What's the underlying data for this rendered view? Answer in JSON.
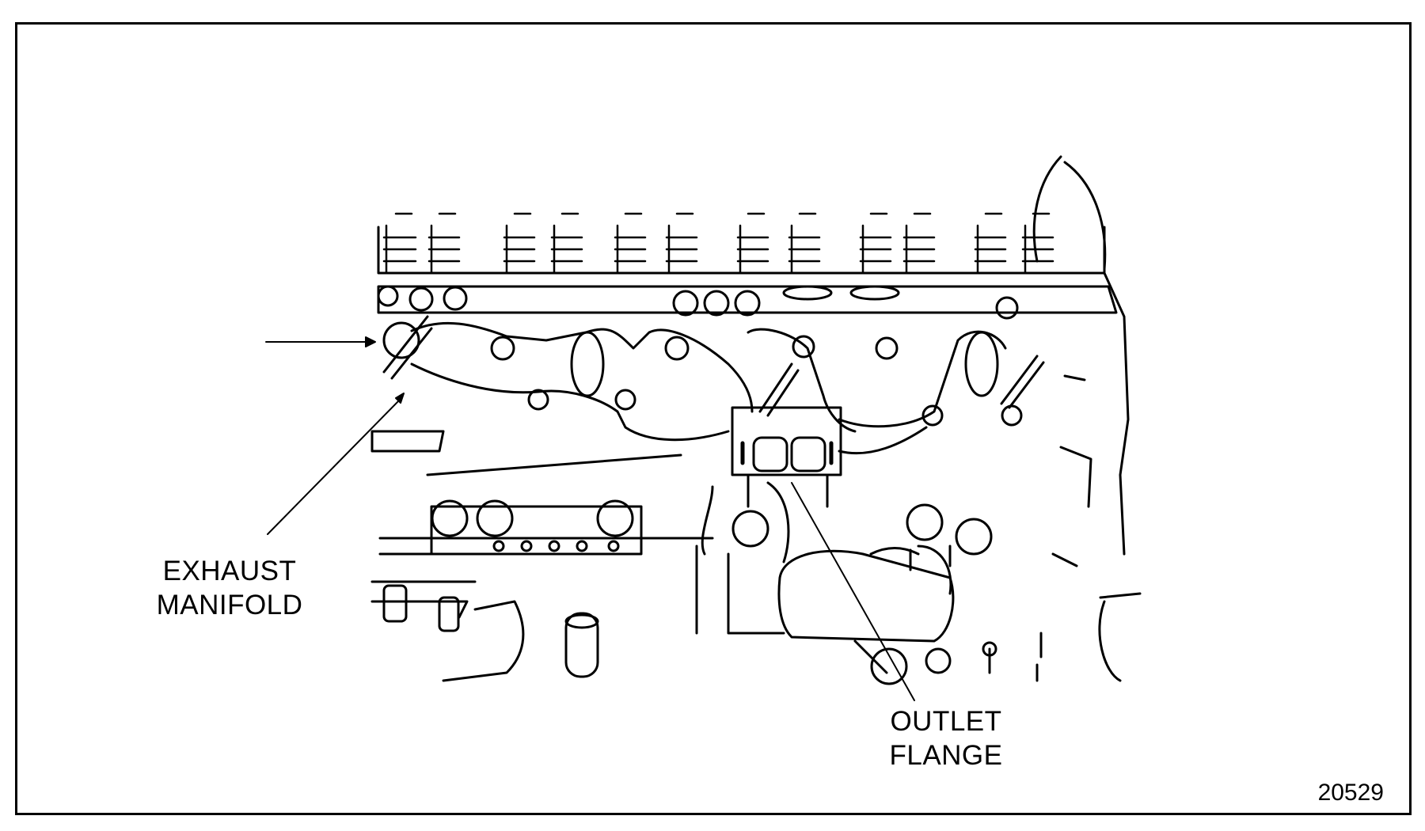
{
  "labels": {
    "exhaust_manifold": {
      "line1": "EXHAUST",
      "line2": "MANIFOLD"
    },
    "outlet_flange": {
      "line1": "OUTLET",
      "line2": "FLANGE"
    }
  },
  "figure_number": "20529",
  "colors": {
    "ink": "#000000",
    "paper": "#ffffff"
  }
}
